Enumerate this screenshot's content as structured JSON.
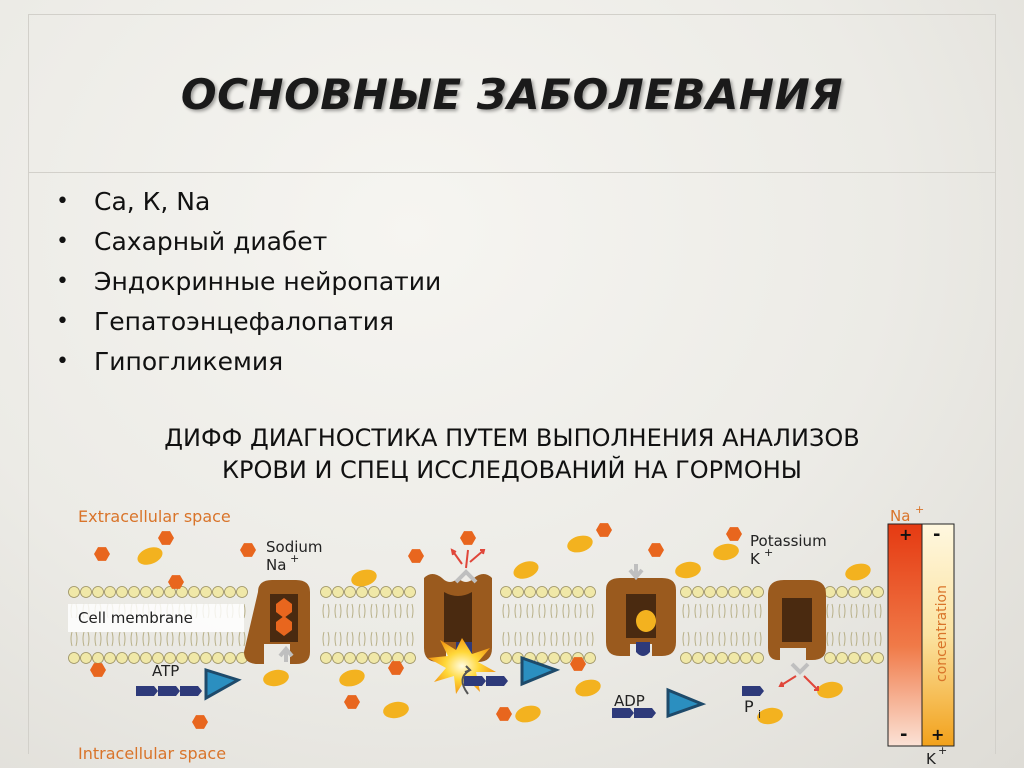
{
  "title": "ОСНОВНЫЕ ЗАБОЛЕВАНИЯ",
  "bullets": [
    "Са, К, Na",
    "Сахарный диабет",
    "Эндокринные нейропатии",
    "Гепатоэнцефалопатия",
    "Гипогликемия"
  ],
  "subtitle": {
    "line1": "ДИФФ ДИАГНОСТИКА ПУТЕМ ВЫПОЛНЕНИЯ АНАЛИЗОВ",
    "line2": "КРОВИ И СПЕЦ ИССЛЕДОВАНИЙ  НА ГОРМОНЫ"
  },
  "diagram": {
    "extracellular": "Extracellular space",
    "intracellular": "Intracellular space",
    "membrane": "Cell membrane",
    "sodium": "Sodium",
    "sodium_symbol": "Na",
    "potassium": "Potassium",
    "potassium_symbol": "K",
    "plus": "+",
    "minus": "-",
    "atp": "ATP",
    "adp": "ADP",
    "pi": "P",
    "pi_sub": "i",
    "na_gradient": "Na",
    "k_gradient": "K",
    "concentration": "concentration"
  },
  "colors": {
    "orange_ion": "#e8661e",
    "yellow_ion": "#f3b21f",
    "pump": "#9a5a1e",
    "lipid_head": "#f0e8a8",
    "arrow_blue": "#2a7fa8",
    "na_gradient_top": "#e53a12",
    "k_gradient_bottom": "#f2a11b"
  }
}
